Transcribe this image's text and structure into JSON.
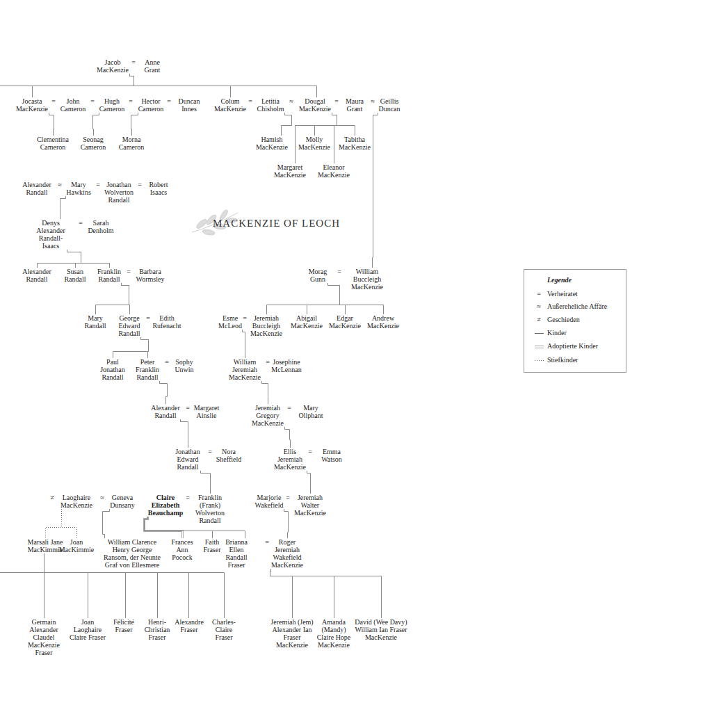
{
  "diagram": {
    "title": "MACKENZIE OF LEOCH",
    "nodes": [
      {
        "text": [
          "Jacob MacKenzie"
        ]
      },
      {
        "text": [
          "Anne Grant"
        ]
      },
      {
        "text": [
          "Jocasta MacKenzie"
        ]
      },
      {
        "text": [
          "John Cameron"
        ]
      },
      {
        "text": [
          "Hugh Cameron"
        ]
      },
      {
        "text": [
          "Hector Cameron"
        ]
      },
      {
        "text": [
          "Duncan Innes"
        ]
      },
      {
        "text": [
          "Colum MacKenzie"
        ]
      },
      {
        "text": [
          "Letitia Chisholm"
        ]
      },
      {
        "text": [
          "Dougal MacKenzie"
        ]
      },
      {
        "text": [
          "Maura Grant"
        ]
      },
      {
        "text": [
          "Geillis Duncan"
        ]
      },
      {
        "text": [
          "Clementina Cameron"
        ]
      },
      {
        "text": [
          "Seonag Cameron"
        ]
      },
      {
        "text": [
          "Morna Cameron"
        ]
      },
      {
        "text": [
          "Hamish MacKenzie"
        ]
      },
      {
        "text": [
          "Molly MacKenzie"
        ]
      },
      {
        "text": [
          "Tabitha MacKenzie"
        ]
      },
      {
        "text": [
          "Margaret MacKenzie"
        ]
      },
      {
        "text": [
          "Eleanor MacKenzie"
        ]
      },
      {
        "text": [
          "Alexander Randall"
        ]
      },
      {
        "text": [
          "Mary Hawkins"
        ]
      },
      {
        "text": [
          "Jonathan Wolverton Randall"
        ]
      },
      {
        "text": [
          "Robert Isaacs"
        ]
      },
      {
        "text": [
          "Denys Alexander Randall-Isaacs"
        ]
      },
      {
        "text": [
          "Sarah Denholm"
        ]
      },
      {
        "text": [
          "Alexander Randall"
        ]
      },
      {
        "text": [
          "Susan Randall"
        ]
      },
      {
        "text": [
          "Franklin Randall"
        ]
      },
      {
        "text": [
          "Barbara Wormsley"
        ]
      },
      {
        "text": [
          "Morag Gunn"
        ]
      },
      {
        "text": [
          "William Buccleigh MacKenzie"
        ]
      },
      {
        "text": [
          "Mary Randall"
        ]
      },
      {
        "text": [
          "George Edward Randall"
        ]
      },
      {
        "text": [
          "Edith Rufenacht"
        ]
      },
      {
        "text": [
          "Esme McLeod"
        ]
      },
      {
        "text": [
          "Jeremiah Buccleigh MacKenzie"
        ]
      },
      {
        "text": [
          "Abigail MacKenzie"
        ]
      },
      {
        "text": [
          "Edgar MacKenzie"
        ]
      },
      {
        "text": [
          "Andrew MacKenzie"
        ]
      },
      {
        "text": [
          "Paul Jonathan Randall"
        ]
      },
      {
        "text": [
          "Peter Franklin Randall"
        ]
      },
      {
        "text": [
          "Sophy Unwin"
        ]
      },
      {
        "text": [
          "William Jeremiah MacKenzie"
        ]
      },
      {
        "text": [
          "Josephine McLennan"
        ]
      },
      {
        "text": [
          "Alexander Randall"
        ]
      },
      {
        "text": [
          "Margaret Ainslie"
        ]
      },
      {
        "text": [
          "Jeremiah Gregory MacKenzie"
        ]
      },
      {
        "text": [
          "Mary Oliphant"
        ]
      },
      {
        "text": [
          "Jonathan Edward Randall"
        ]
      },
      {
        "text": [
          "Nora Sheffield"
        ]
      },
      {
        "text": [
          "Ellis Jeremiah MacKenzie"
        ]
      },
      {
        "text": [
          "Emma Watson"
        ]
      },
      {
        "text": [
          "Laoghaire MacKenzie"
        ]
      },
      {
        "text": [
          "Geneva Dunsany"
        ]
      },
      {
        "text": [
          "Claire Elizabeth Beauchamp"
        ]
      },
      {
        "text": [
          "Franklin (Frank) Wolverton Randall"
        ]
      },
      {
        "text": [
          "Marjorie Wakefield"
        ]
      },
      {
        "text": [
          "Jeremiah Walter MacKenzie"
        ]
      },
      {
        "text": [
          "Marsali Jane MacKimmie"
        ]
      },
      {
        "text": [
          "Joan MacKimmie"
        ]
      },
      {
        "text": [
          "William Clarence Henry George Ransom, der Neunte Graf von Ellesmere"
        ]
      },
      {
        "text": [
          "Frances Ann Pocock"
        ]
      },
      {
        "text": [
          "Faith Fraser"
        ]
      },
      {
        "text": [
          "Brianna Ellen Randall Fraser"
        ]
      },
      {
        "text": [
          "Roger Jeremiah Wakefield MacKenzie"
        ]
      },
      {
        "text": [
          "Germain Alexander Claudel MacKenzie Fraser"
        ]
      },
      {
        "text": [
          "Joan Laoghaire Claire Fraser"
        ]
      },
      {
        "text": [
          "Félicité Fraser"
        ]
      },
      {
        "text": [
          "Henri-Christian Fraser"
        ]
      },
      {
        "text": [
          "Alexandre Fraser"
        ]
      },
      {
        "text": [
          "Charles-Claire Fraser"
        ]
      },
      {
        "text": [
          "Jeremiah (Jem) Alexander Ian Fraser MacKenzie"
        ]
      },
      {
        "text": [
          "Amanda (Mandy) Claire Hope MacKenzie"
        ]
      },
      {
        "text": [
          "David (Wee Davy) William Ian Fraser MacKenzie"
        ]
      }
    ],
    "edges": [
      {
        "from": 0,
        "to": 2,
        "arrow": "none"
      },
      {
        "from": 0,
        "to": 7,
        "arrow": "none"
      },
      {
        "from": 0,
        "to": 9,
        "arrow": "none"
      },
      {
        "from": 2,
        "to": 12,
        "arrow": "none"
      },
      {
        "from": 4,
        "to": 13,
        "arrow": "none"
      },
      {
        "from": 5,
        "to": 14,
        "arrow": "none"
      },
      {
        "from": 8,
        "to": 15,
        "arrow": "none"
      },
      {
        "from": 9,
        "to": 18,
        "arrow": "none"
      },
      {
        "from": 9,
        "to": 16,
        "arrow": "none"
      },
      {
        "from": 9,
        "to": 19,
        "arrow": "none"
      },
      {
        "from": 9,
        "to": 17,
        "arrow": "none"
      },
      {
        "from": 11,
        "to": 31,
        "arrow": "none"
      },
      {
        "from": 21,
        "to": 24,
        "arrow": "none"
      },
      {
        "from": 24,
        "to": 26,
        "arrow": "none"
      },
      {
        "from": 24,
        "to": 27,
        "arrow": "none"
      },
      {
        "from": 24,
        "to": 28,
        "arrow": "none"
      },
      {
        "from": 28,
        "to": 32,
        "arrow": "none"
      },
      {
        "from": 28,
        "to": 33,
        "arrow": "none"
      },
      {
        "from": 33,
        "to": 40,
        "arrow": "none"
      },
      {
        "from": 33,
        "to": 41,
        "arrow": "none"
      },
      {
        "from": 41,
        "to": 45,
        "arrow": "none"
      },
      {
        "from": 45,
        "to": 49,
        "arrow": "none"
      },
      {
        "from": 49,
        "to": 56,
        "arrow": "none"
      },
      {
        "from": 30,
        "to": 36,
        "arrow": "none"
      },
      {
        "from": 30,
        "to": 37,
        "arrow": "none"
      },
      {
        "from": 30,
        "to": 38,
        "arrow": "none"
      },
      {
        "from": 30,
        "to": 39,
        "arrow": "none"
      },
      {
        "from": 35,
        "to": 43,
        "arrow": "none"
      },
      {
        "from": 43,
        "to": 47,
        "arrow": "none"
      },
      {
        "from": 47,
        "to": 51,
        "arrow": "none"
      },
      {
        "from": 51,
        "to": 58,
        "arrow": "none"
      },
      {
        "from": 57,
        "to": 65,
        "arrow": "none"
      },
      {
        "from": 53,
        "to": 59,
        "arrow": "none"
      },
      {
        "from": 53,
        "to": 60,
        "arrow": "none"
      },
      {
        "from": 54,
        "to": 61,
        "arrow": "none"
      },
      {
        "from": 55,
        "to": 62,
        "arrow": "none"
      },
      {
        "from": 55,
        "to": 63,
        "arrow": "none"
      },
      {
        "from": 55,
        "to": 64,
        "arrow": "none"
      },
      {
        "from": 65,
        "to": 72,
        "arrow": "none"
      },
      {
        "from": 65,
        "to": 73,
        "arrow": "none"
      },
      {
        "from": 65,
        "to": 74,
        "arrow": "none"
      },
      {
        "from": 59,
        "to": 66,
        "arrow": "none"
      },
      {
        "from": 59,
        "to": 67,
        "arrow": "none"
      },
      {
        "from": 59,
        "to": 68,
        "arrow": "none"
      },
      {
        "from": 59,
        "to": 69,
        "arrow": "none"
      },
      {
        "from": 59,
        "to": 70,
        "arrow": "none"
      },
      {
        "from": 59,
        "to": 71,
        "arrow": "none"
      }
    ],
    "labels": [
      "=",
      "=",
      "=",
      "=",
      "=",
      "=",
      "≈",
      "=",
      "≈",
      "≈",
      "=",
      "=",
      "=",
      "=",
      "=",
      "=",
      "=",
      "=",
      "=",
      "=",
      "=",
      "=",
      "=",
      "≠",
      "≈",
      "=",
      "=",
      "=",
      "Legende",
      "=",
      "≈",
      "≠"
    ],
    "legend": [
      {
        "text": "Verheiratet"
      },
      {
        "text": "Außereheliche Affäre"
      },
      {
        "text": "Geschieden"
      },
      {
        "text": "Kinder"
      },
      {
        "text": "Adoptierte Kinder"
      },
      {
        "text": "Stiefkinder"
      }
    ]
  }
}
